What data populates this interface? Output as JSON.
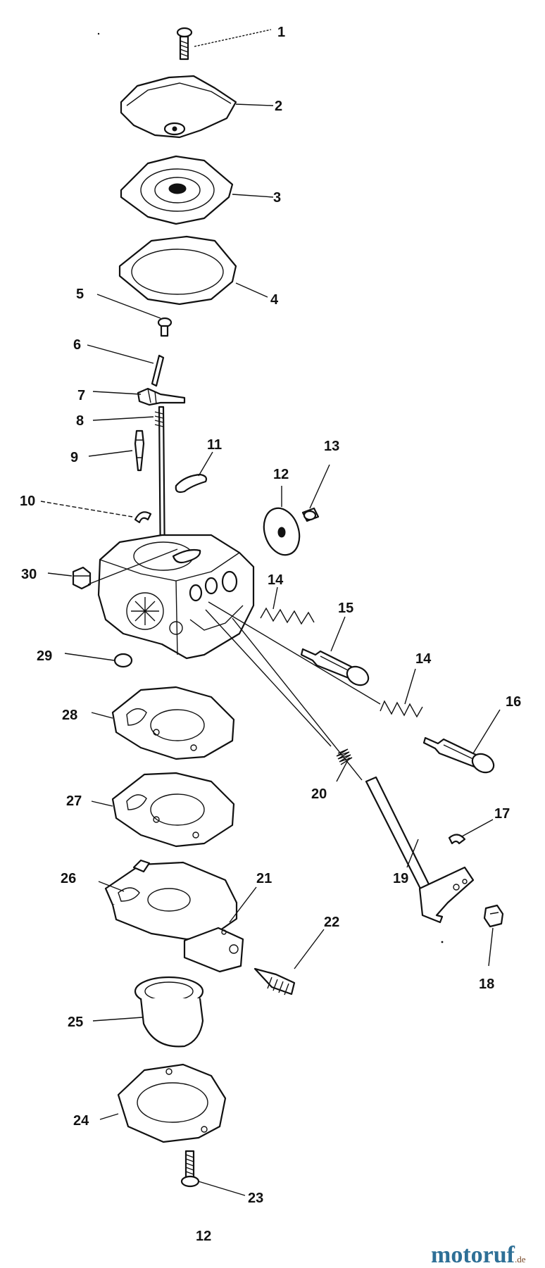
{
  "figure": {
    "number": "12"
  },
  "watermark": {
    "brand": "motoruf",
    "tld": ".de"
  },
  "callouts": [
    "1",
    "2",
    "3",
    "4",
    "5",
    "6",
    "7",
    "8",
    "9",
    "10",
    "11",
    "12",
    "13",
    "14",
    "14",
    "15",
    "16",
    "17",
    "18",
    "19",
    "20",
    "21",
    "22",
    "23",
    "24",
    "25",
    "26",
    "27",
    "28",
    "29",
    "30"
  ],
  "colors": {
    "ink": "#111111",
    "brand_blue": "#2e6f96",
    "brand_orange": "#d58a1a"
  }
}
